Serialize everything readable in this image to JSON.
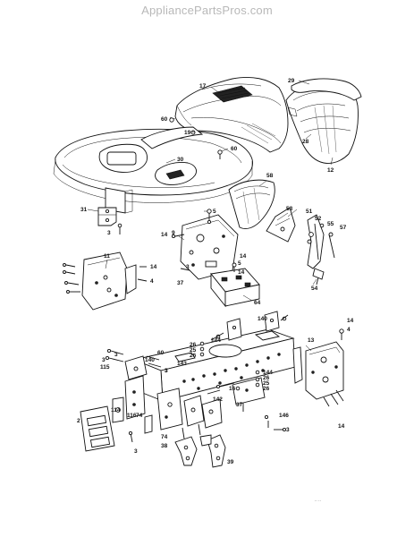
{
  "watermark": "AppliancePartsPros.com",
  "footer_mark": ".. ..",
  "callouts": [
    {
      "id": "c17",
      "text": "17"
    },
    {
      "id": "c29",
      "text": "29"
    },
    {
      "id": "c60a",
      "text": "60"
    },
    {
      "id": "c19",
      "text": "19"
    },
    {
      "id": "c60b",
      "text": "60"
    },
    {
      "id": "c28",
      "text": "28"
    },
    {
      "id": "c12",
      "text": "12"
    },
    {
      "id": "c30",
      "text": "30"
    },
    {
      "id": "c58",
      "text": "58"
    },
    {
      "id": "c31",
      "text": "31"
    },
    {
      "id": "c3a",
      "text": "3"
    },
    {
      "id": "c5a",
      "text": "5"
    },
    {
      "id": "c14a",
      "text": "14"
    },
    {
      "id": "c53",
      "text": "53"
    },
    {
      "id": "c51",
      "text": "51"
    },
    {
      "id": "c52",
      "text": "52"
    },
    {
      "id": "c55",
      "text": "55"
    },
    {
      "id": "c57",
      "text": "57"
    },
    {
      "id": "c11",
      "text": "11"
    },
    {
      "id": "c14b",
      "text": "14"
    },
    {
      "id": "c4a",
      "text": "4"
    },
    {
      "id": "c9",
      "text": "9"
    },
    {
      "id": "c5b",
      "text": "5"
    },
    {
      "id": "c14c",
      "text": "14"
    },
    {
      "id": "c37a",
      "text": "37"
    },
    {
      "id": "c3b",
      "text": "3"
    },
    {
      "id": "c14d",
      "text": "14"
    },
    {
      "id": "c54",
      "text": "54"
    },
    {
      "id": "c64",
      "text": "64"
    },
    {
      "id": "c140a",
      "text": "140"
    },
    {
      "id": "c144a",
      "text": "144"
    },
    {
      "id": "c26a",
      "text": "26"
    },
    {
      "id": "c25a",
      "text": "25"
    },
    {
      "id": "c26b",
      "text": "26"
    },
    {
      "id": "c3c",
      "text": "3"
    },
    {
      "id": "c115",
      "text": "115"
    },
    {
      "id": "c3d",
      "text": "3"
    },
    {
      "id": "c60c",
      "text": "60"
    },
    {
      "id": "c140b",
      "text": "140"
    },
    {
      "id": "c143",
      "text": "143"
    },
    {
      "id": "c3e",
      "text": "3"
    },
    {
      "id": "c14e",
      "text": "14"
    },
    {
      "id": "c4b",
      "text": "4"
    },
    {
      "id": "c13",
      "text": "13"
    },
    {
      "id": "c144b",
      "text": "144"
    },
    {
      "id": "c26c",
      "text": "26"
    },
    {
      "id": "c25b",
      "text": "25"
    },
    {
      "id": "c26d",
      "text": "26"
    },
    {
      "id": "c16",
      "text": "16"
    },
    {
      "id": "c142",
      "text": "142"
    },
    {
      "id": "c37b",
      "text": "37"
    },
    {
      "id": "c146",
      "text": "146"
    },
    {
      "id": "c3f",
      "text": "3"
    },
    {
      "id": "c14f",
      "text": "14"
    },
    {
      "id": "c114",
      "text": "114"
    },
    {
      "id": "c116",
      "text": "116"
    },
    {
      "id": "c74a",
      "text": "74"
    },
    {
      "id": "c74b",
      "text": "74"
    },
    {
      "id": "c2",
      "text": "2"
    },
    {
      "id": "c3g",
      "text": "3"
    },
    {
      "id": "c38",
      "text": "38"
    },
    {
      "id": "c39",
      "text": "39"
    },
    {
      "id": "c3h",
      "text": "3"
    }
  ]
}
